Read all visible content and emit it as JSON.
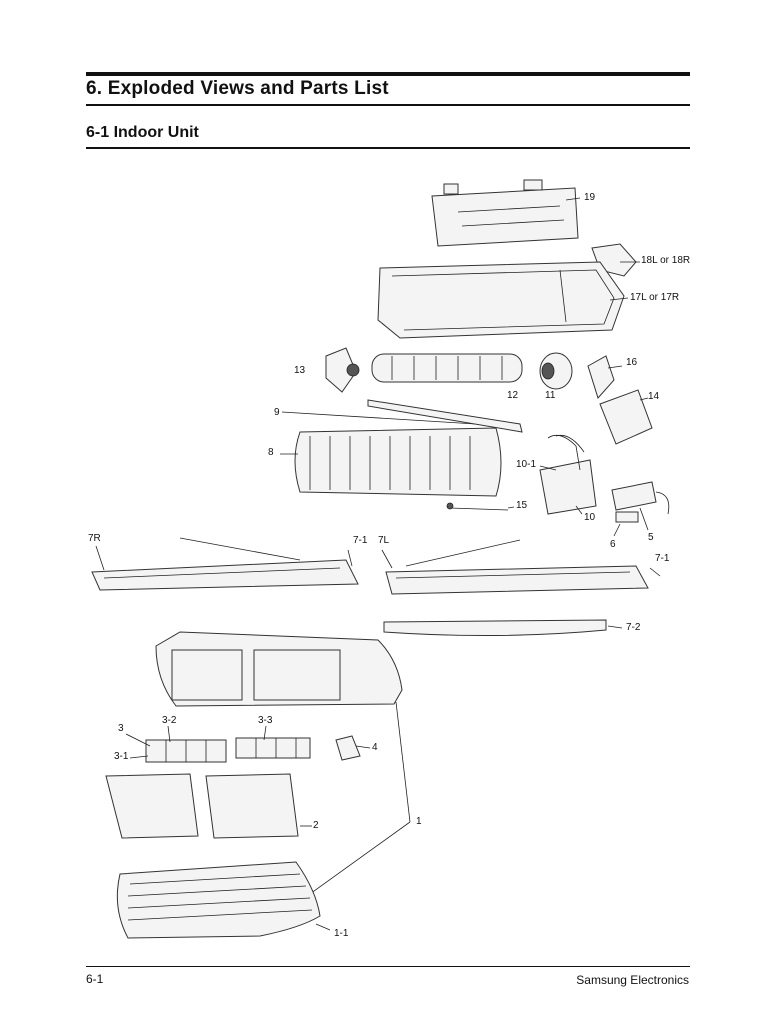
{
  "header": {
    "title": "6. Exploded Views and Parts List",
    "subtitle": "6-1 Indoor Unit"
  },
  "diagram": {
    "labels": {
      "p19": "19",
      "p18": "18L or 18R",
      "p17": "17L or 17R",
      "p13": "13",
      "p12": "12",
      "p11": "11",
      "p16": "16",
      "p14": "14",
      "p9": "9",
      "p8": "8",
      "p10_1": "10-1",
      "p10": "10",
      "p15": "15",
      "p5": "5",
      "p6": "6",
      "p7R": "7R",
      "p7_1a": "7-1",
      "p7L": "7L",
      "p7_1b": "7-1",
      "p7_2": "7-2",
      "p3": "3",
      "p3_2": "3-2",
      "p3_3": "3-3",
      "p3_1": "3-1",
      "p4": "4",
      "p2": "2",
      "p1": "1",
      "p1_1": "1-1"
    }
  },
  "footer": {
    "page": "6-1",
    "company": "Samsung Electronics"
  }
}
